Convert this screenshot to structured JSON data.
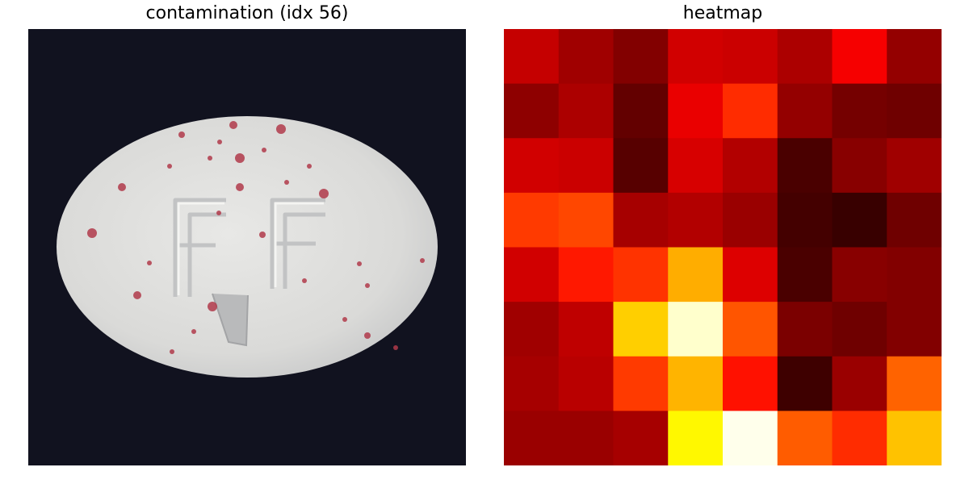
{
  "left_panel": {
    "title": "contamination (idx 56)",
    "image": {
      "subject": "white oval tablet with embossed letters and red contamination specks on dark background",
      "embossed_text": "FF",
      "background_color": "#11121f",
      "tablet_color": "#dcdcda",
      "speck_color": "#b03a4a"
    }
  },
  "right_panel": {
    "title": "heatmap"
  },
  "chart_data": {
    "type": "heatmap",
    "title": "heatmap",
    "colormap": "hot",
    "grid": false,
    "axes_visible": false,
    "rows": 8,
    "cols": 8,
    "values": [
      [
        0.28,
        0.22,
        0.17,
        0.3,
        0.29,
        0.24,
        0.36,
        0.2
      ],
      [
        0.19,
        0.24,
        0.12,
        0.34,
        0.44,
        0.2,
        0.15,
        0.14
      ],
      [
        0.3,
        0.29,
        0.1,
        0.31,
        0.25,
        0.08,
        0.18,
        0.22
      ],
      [
        0.46,
        0.48,
        0.23,
        0.25,
        0.21,
        0.07,
        0.05,
        0.14
      ],
      [
        0.3,
        0.41,
        0.45,
        0.63,
        0.32,
        0.08,
        0.18,
        0.17
      ],
      [
        0.22,
        0.27,
        0.68,
        0.95,
        0.5,
        0.16,
        0.14,
        0.17
      ],
      [
        0.23,
        0.26,
        0.46,
        0.64,
        0.4,
        0.06,
        0.21,
        0.52
      ],
      [
        0.21,
        0.21,
        0.23,
        0.74,
        0.98,
        0.51,
        0.44,
        0.66
      ]
    ]
  }
}
